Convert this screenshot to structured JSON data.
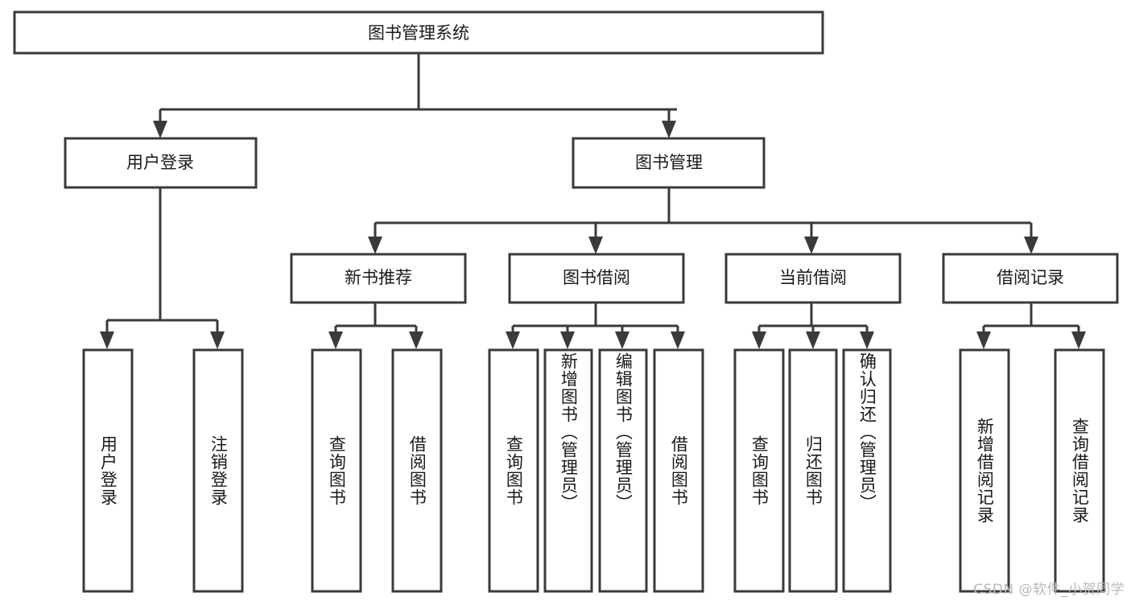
{
  "diagram": {
    "type": "tree",
    "title": "图书管理系统",
    "orientation": "top-down",
    "colors": {
      "box_stroke": "#3a3a3a",
      "box_fill": "#ffffff",
      "connector": "#3a3a3a",
      "text": "#1a1a1a",
      "background": "#ffffff",
      "watermark": "#b9b9b9"
    },
    "levels": {
      "root": {
        "label": "图书管理系统"
      },
      "level2": [
        {
          "label": "用户登录"
        },
        {
          "label": "图书管理"
        }
      ],
      "level3": [
        {
          "label": "新书推荐"
        },
        {
          "label": "图书借阅"
        },
        {
          "label": "当前借阅"
        },
        {
          "label": "借阅记录"
        }
      ],
      "leaves": [
        {
          "label": "用户登录",
          "parent": "用户登录"
        },
        {
          "label": "注销登录",
          "parent": "用户登录"
        },
        {
          "label": "查询图书",
          "parent": "新书推荐"
        },
        {
          "label": "借阅图书",
          "parent": "新书推荐"
        },
        {
          "label": "查询图书",
          "parent": "图书借阅"
        },
        {
          "label": "新增图书（管理员）",
          "parent": "图书借阅"
        },
        {
          "label": "编辑图书（管理员）",
          "parent": "图书借阅"
        },
        {
          "label": "借阅图书",
          "parent": "图书借阅"
        },
        {
          "label": "查询图书",
          "parent": "当前借阅"
        },
        {
          "label": "归还图书",
          "parent": "当前借阅"
        },
        {
          "label": "确认归还（管理员）",
          "parent": "当前借阅"
        },
        {
          "label": "新增借阅记录",
          "parent": "借阅记录"
        },
        {
          "label": "查询借阅记录",
          "parent": "借阅记录"
        }
      ]
    }
  },
  "watermark": {
    "text": "CSDN @软件_小贺同学"
  }
}
